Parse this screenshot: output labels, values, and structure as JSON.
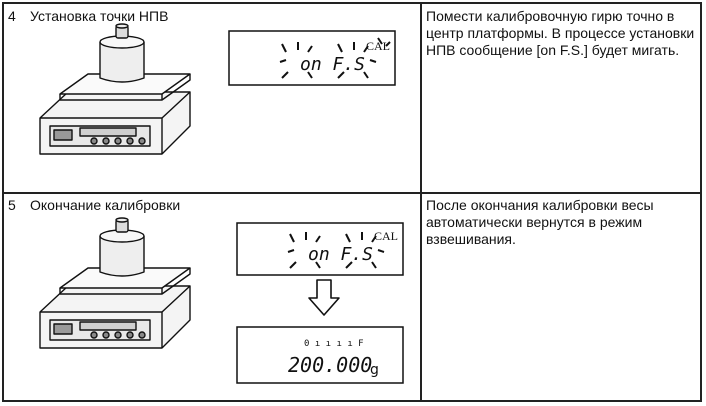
{
  "steps": [
    {
      "number": "4",
      "title": "Установка точки НПВ",
      "description": "Помести калибровочную гирю точно в центр платформы. В процессе установки НПВ сообщение [on F.S.] будет мигать.",
      "display": {
        "text": "on  F.S",
        "badge": "CAL"
      }
    },
    {
      "number": "5",
      "title": "Окончание калибровки",
      "description": "После окончания калибровки весы автоматически вернутся в режим взвешивания.",
      "display": {
        "text": "on  F.S",
        "badge": "CAL"
      },
      "result_display": {
        "indicators": "0 ı ı ı ı F",
        "value": "200.000",
        "unit": "g"
      }
    }
  ]
}
